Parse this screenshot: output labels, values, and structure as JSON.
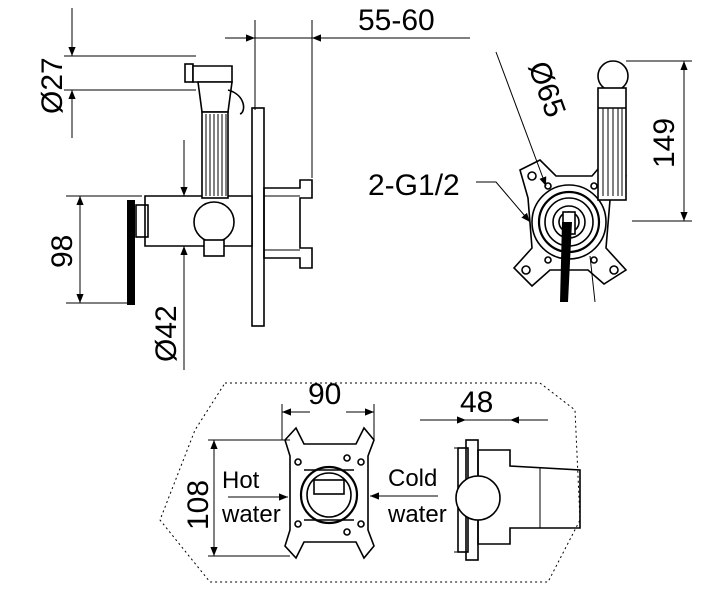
{
  "dimensions": {
    "side_width": "55-60",
    "hose_diameter": "Ø27",
    "body_height": "98",
    "body_diameter": "Ø42",
    "plate_diameter": "Ø65",
    "handset_height": "149",
    "thread": "2-G1/2",
    "box_width": "90",
    "box_height": "108",
    "box_depth": "48"
  },
  "labels": {
    "hot": "Hot",
    "hot_water": "water",
    "cold": "Cold",
    "cold_water": "water"
  }
}
